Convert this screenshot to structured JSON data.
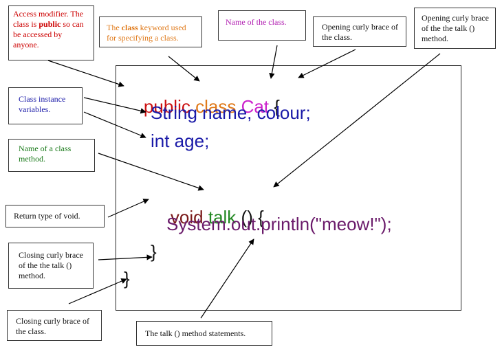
{
  "colors": {
    "access": "#cc1111",
    "keyword": "#e07a1a",
    "classname": "#cc22cc",
    "brace": "#111111",
    "variables": "#1a1aa8",
    "method_name": "#228822",
    "return_type": "#7a1a1a",
    "statement": "#6a1a6a",
    "note_access": "#cc0000",
    "note_keyword": "#e07a1a",
    "note_name": "#b01cb0",
    "note_vars": "#1a1aa8",
    "note_method": "#1a7a1a",
    "note_black": "#111111"
  },
  "code": {
    "line1": {
      "access": "public",
      "keyword": "class",
      "name": "Cat",
      "brace": "{"
    },
    "line2": {
      "text": "String name, colour;"
    },
    "line3": {
      "text": "int age;"
    },
    "line4": {
      "return_type": "void",
      "method": "talk",
      "parens_brace": "() {"
    },
    "line5": {
      "text": "System.out.println(\"meow!\");"
    },
    "line6": {
      "text": "}"
    },
    "line7": {
      "text": "}"
    }
  },
  "notes": {
    "access_modifier": {
      "pre": "Access modifier. The class is ",
      "bold": "public",
      "post": " so can be accessed by anyone."
    },
    "class_keyword": {
      "pre": "The ",
      "bold": "class",
      "post": " keyword used for specifying a class."
    },
    "class_name": "Name of the class.",
    "open_brace_class": "Opening curly brace of the class.",
    "open_brace_method": "Opening curly brace of the the talk () method.",
    "instance_vars": "Class instance variables.",
    "method_name": "Name of a class method.",
    "return_type": "Return type of void.",
    "close_brace_method": "Closing curly brace of the the talk () method.",
    "close_brace_class": "Closing curly brace of the class.",
    "method_statements": "The talk () method statements."
  }
}
